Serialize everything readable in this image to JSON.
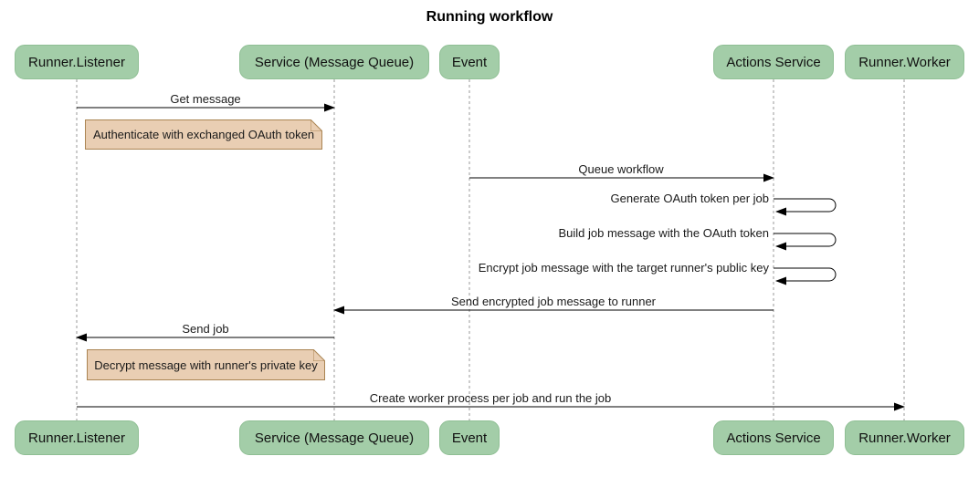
{
  "title": "Running workflow",
  "diagram_type": "sequence",
  "colors": {
    "actor_fill": "#A3CDA8",
    "actor_border": "#8FBF94",
    "note_fill": "#E9CEB3",
    "note_border": "#AA8452",
    "lifeline": "#999999",
    "arrow": "#000000",
    "text": "#1a1a1a"
  },
  "actors": [
    {
      "label": "Runner.Listener"
    },
    {
      "label": "Service (Message Queue)"
    },
    {
      "label": "Event"
    },
    {
      "label": "Actions Service"
    },
    {
      "label": "Runner.Worker"
    }
  ],
  "messages": [
    {
      "text": "Get message",
      "from": "Runner.Listener",
      "to": "Service (Message Queue)",
      "type": "solid-arrow"
    },
    {
      "text": "Queue workflow",
      "from": "Event",
      "to": "Actions Service",
      "type": "solid-arrow"
    },
    {
      "text": "Generate OAuth token per job",
      "from": "Actions Service",
      "to": "Actions Service",
      "type": "self-loop"
    },
    {
      "text": "Build job message with the OAuth token",
      "from": "Actions Service",
      "to": "Actions Service",
      "type": "self-loop"
    },
    {
      "text": "Encrypt job message with the target runner's public key",
      "from": "Actions Service",
      "to": "Actions Service",
      "type": "self-loop"
    },
    {
      "text": "Send encrypted job message to runner",
      "from": "Actions Service",
      "to": "Service (Message Queue)",
      "type": "solid-arrow"
    },
    {
      "text": "Send job",
      "from": "Service (Message Queue)",
      "to": "Runner.Listener",
      "type": "solid-arrow"
    },
    {
      "text": "Create worker process per job and run the job",
      "from": "Runner.Listener",
      "to": "Runner.Worker",
      "type": "solid-arrow"
    }
  ],
  "notes": [
    {
      "text": "Authenticate with exchanged OAuth token",
      "position": "right of Runner.Listener"
    },
    {
      "text": "Decrypt message with runner's private key",
      "position": "right of Runner.Listener"
    }
  ]
}
